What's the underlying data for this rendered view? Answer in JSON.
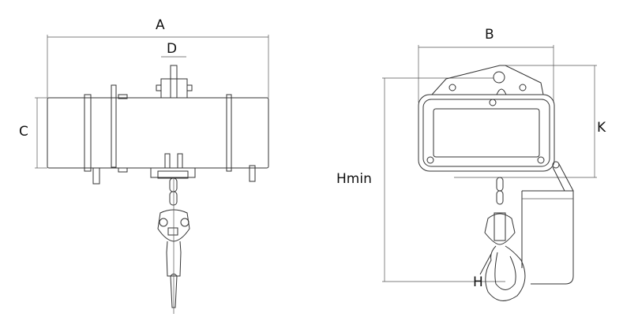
{
  "left_view": {
    "dimensions": {
      "a": "A",
      "c": "C",
      "d": "D"
    }
  },
  "right_view": {
    "dimensions": {
      "b": "B",
      "k": "K",
      "hmin": "Hmin",
      "h": "H"
    }
  }
}
